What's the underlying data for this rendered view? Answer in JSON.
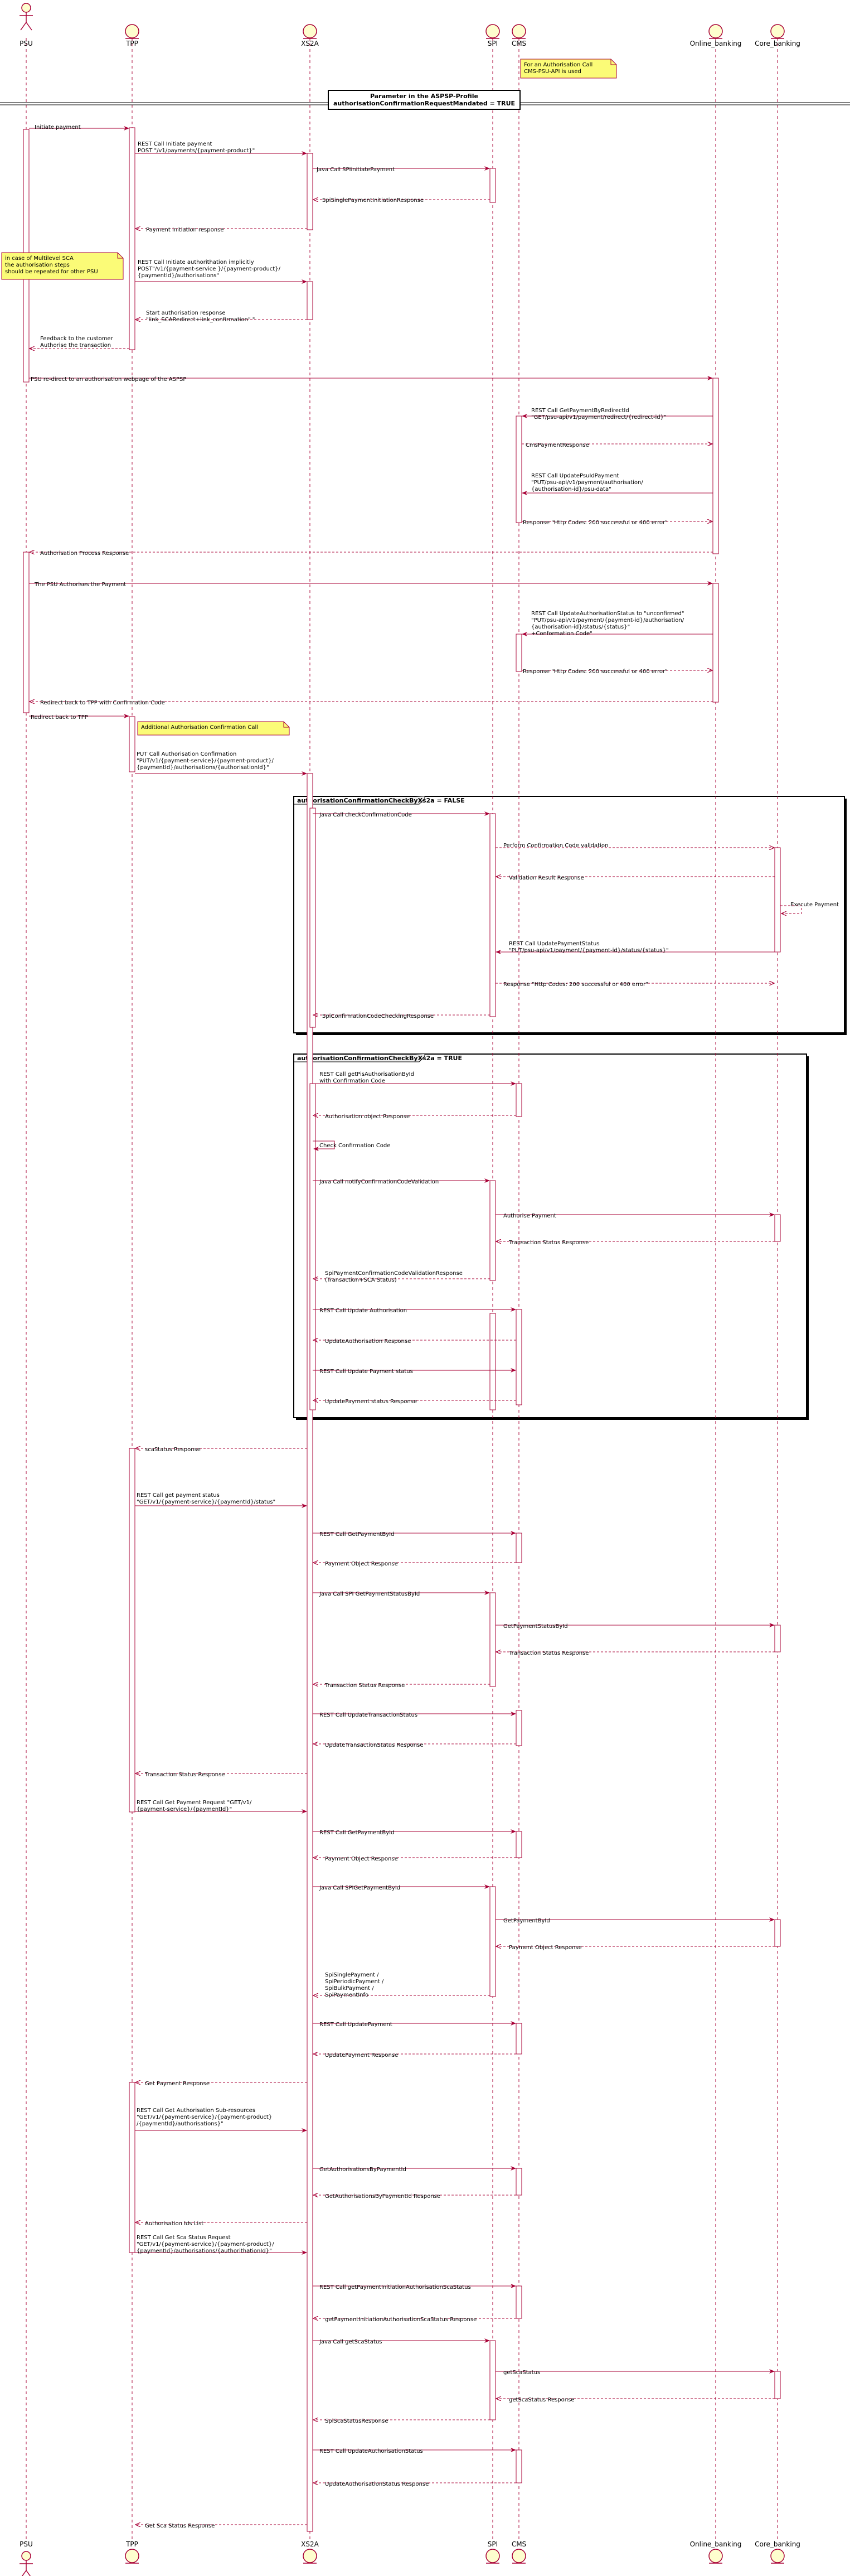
{
  "participants": [
    {
      "id": "psu",
      "label": "PSU",
      "kind": "actor"
    },
    {
      "id": "tpp",
      "label": "TPP",
      "kind": "entity"
    },
    {
      "id": "xs2a",
      "label": "XS2A",
      "kind": "entity"
    },
    {
      "id": "spi",
      "label": "SPI",
      "kind": "entity"
    },
    {
      "id": "cms",
      "label": "CMS",
      "kind": "entity"
    },
    {
      "id": "online",
      "label": "Online_banking",
      "kind": "entity"
    },
    {
      "id": "core",
      "label": "Core_banking",
      "kind": "entity"
    }
  ],
  "divider": {
    "lines": [
      "Parameter in the ASPSP-Profile",
      "authorisationConfirmationRequestMandated = TRUE"
    ]
  },
  "notes": [
    {
      "id": "cms-note",
      "lines": [
        "For an Authorisation Call",
        "CMS-PSU-API is used"
      ]
    },
    {
      "id": "multilevel-note",
      "lines": [
        "in case of Multilevel SCA",
        "the authorisation steps",
        "should be repeated for other PSU"
      ]
    },
    {
      "id": "additional-note",
      "lines": [
        "Additional Authorisation Confirmation Call"
      ]
    }
  ],
  "frames": [
    {
      "id": "false-frame",
      "title": "authorisationConfirmationCheckByXs2a = FALSE"
    },
    {
      "id": "true-frame",
      "title": "authorisationConfirmationCheckByXs2a = TRUE"
    }
  ],
  "messages": [
    {
      "lines": [
        "Initiate payment"
      ]
    },
    {
      "lines": [
        "REST Call Initiate payment",
        "POST \"/v1/payments/{payment-product}\""
      ]
    },
    {
      "lines": [
        "Java Call SPIinitiatePayment"
      ]
    },
    {
      "lines": [
        "SpiSinglePaymentInitiationResponse"
      ]
    },
    {
      "lines": [
        "Payment initiation response"
      ]
    },
    {
      "lines": [
        "REST Call Initiate authorithation implicitly",
        "POST\"/v1/{payment-service }/{payment-product}/",
        "{paymentId}/authorisations\""
      ]
    },
    {
      "lines": [
        "Start authorisation response",
        "\"link_SCARedirect+link_confirmation\" \""
      ]
    },
    {
      "lines": [
        "Feedback to the customer",
        "Authorise the transaction"
      ]
    },
    {
      "lines": [
        "PSU re-direct to an authorisation webpage of the ASPSP"
      ]
    },
    {
      "lines": [
        "REST Call GetPaymentByRedirectId",
        "\"GET/psu-api/v1/payment/redirect/{redirect-id}\""
      ]
    },
    {
      "lines": [
        "CmsPaymentResponse"
      ]
    },
    {
      "lines": [
        "REST Call UpdatePsuIdPayment",
        "\"PUT/psu-api/v1/payment/authorisation/",
        "{authorisation-id}/psu-data\""
      ]
    },
    {
      "lines": [
        "Response \"Http Codes: 200 successful or 400 error\""
      ]
    },
    {
      "lines": [
        "Authorisation Process Response"
      ]
    },
    {
      "lines": [
        "The PSU Authorises the Payment"
      ]
    },
    {
      "lines": [
        "REST Call UpdateAuthorisationStatus to \"unconfirmed\"",
        "\"PUT/psu-api/v1/payment/{payment-id}/authorisation/",
        "{authorisation-id}/status/{status}\"",
        "+Conformation Code\""
      ]
    },
    {
      "lines": [
        "Response \"Http Codes: 200 successful or 400 error\""
      ]
    },
    {
      "lines": [
        "Redirect back to TPP with Confirmation Code"
      ]
    },
    {
      "lines": [
        "Redirect back to TPP"
      ]
    },
    {
      "lines": [
        "PUT Call Authorisation Confirmation",
        "\"PUT/v1/{payment-service}/{payment-product}/",
        "{paymentId}/authorisations/{authorisationId}\""
      ]
    },
    {
      "lines": [
        "Java Call checkConfirmationCode"
      ]
    },
    {
      "lines": [
        "Perform Confirmation Code validation"
      ]
    },
    {
      "lines": [
        "Validation Result Response"
      ]
    },
    {
      "lines": [
        "Execute Payment"
      ]
    },
    {
      "lines": [
        "REST Call UpdatePaymentStatus",
        "\"PUT/psu-api/v1/payment/{payment-id}/status/{status}\""
      ]
    },
    {
      "lines": [
        "Response \"Http Codes: 200 successful or 400 error\""
      ]
    },
    {
      "lines": [
        "SpiConfirmationCodeCheckingResponse"
      ]
    },
    {
      "lines": [
        "REST Call getPisAuthorisationById",
        "with Confirmation Code"
      ]
    },
    {
      "lines": [
        "Authorisation object Response"
      ]
    },
    {
      "lines": [
        "Check Confirmation Code"
      ]
    },
    {
      "lines": [
        "Java Call notifyConfirmationCodeValidation"
      ]
    },
    {
      "lines": [
        "Authorise Payment"
      ]
    },
    {
      "lines": [
        "Transaction Status Response"
      ]
    },
    {
      "lines": [
        "SpiPaymentConfirmationCodeValidationResponse",
        "(Transaction+SCA Status)"
      ]
    },
    {
      "lines": [
        "REST Call Update Authorisation"
      ]
    },
    {
      "lines": [
        "UpdateAuthorisation Response"
      ]
    },
    {
      "lines": [
        "REST Call Update Payment status"
      ]
    },
    {
      "lines": [
        "UpdatePayment status Response"
      ]
    },
    {
      "lines": [
        "scaStatus Response"
      ]
    },
    {
      "lines": [
        "REST Call get payment status",
        "\"GET/v1/{payment-service}/{paymentId}/status\""
      ]
    },
    {
      "lines": [
        "REST Call GetPaymentById"
      ]
    },
    {
      "lines": [
        "Payment Object Response"
      ]
    },
    {
      "lines": [
        "Java Call SPI GetPaymentStatusById"
      ]
    },
    {
      "lines": [
        "GetPaymentStatusById"
      ]
    },
    {
      "lines": [
        "Transaction Status Response"
      ]
    },
    {
      "lines": [
        "Transaction Status Response"
      ]
    },
    {
      "lines": [
        "REST Call UpdateTransactionStatus"
      ]
    },
    {
      "lines": [
        "UpdateTransactionStatus Response"
      ]
    },
    {
      "lines": [
        "Transaction Status Response"
      ]
    },
    {
      "lines": [
        "REST Call Get Payment Request \"GET/v1/",
        "{payment-service}/{paymentId}\""
      ]
    },
    {
      "lines": [
        "REST Call GetPaymentById"
      ]
    },
    {
      "lines": [
        "Payment Object Response"
      ]
    },
    {
      "lines": [
        "Java Call SPIGetPaymentById"
      ]
    },
    {
      "lines": [
        "GetPaymentById"
      ]
    },
    {
      "lines": [
        "Payment Object Response"
      ]
    },
    {
      "lines": [
        "SpiSinglePayment /",
        "SpiPeriodicPayment /",
        "SpiBulkPayment /",
        "SpiPaymentInfo"
      ]
    },
    {
      "lines": [
        "REST Call UpdatePayment"
      ]
    },
    {
      "lines": [
        "UpdatePayment Response"
      ]
    },
    {
      "lines": [
        "Get Payment Response"
      ]
    },
    {
      "lines": [
        "REST Call Get Authorisation Sub-resources",
        "\"GET/v1/{payment-service}/{payment-product}",
        "/{paymentId}/authorisations}\""
      ]
    },
    {
      "lines": [
        "GetAuthorisationsByPaymentId"
      ]
    },
    {
      "lines": [
        "GetAuthorisationsByPaymentId Response"
      ]
    },
    {
      "lines": [
        "Authorisation Ids List"
      ]
    },
    {
      "lines": [
        "REST Call Get Sca Status Request",
        "\"GET/v1/{payment-service}/{payment-product}/",
        "{paymentId}/authorisations/{authorithationId}\""
      ]
    },
    {
      "lines": [
        "REST Call getPaymentInitiationAuthorisationScaStatus"
      ]
    },
    {
      "lines": [
        "getPaymentInitiationAuthorisationScaStatus Response"
      ]
    },
    {
      "lines": [
        "Java Call getScaStatus"
      ]
    },
    {
      "lines": [
        "getScaStatus"
      ]
    },
    {
      "lines": [
        "getScaStatus Response"
      ]
    },
    {
      "lines": [
        "SpiScaStatusResponse"
      ]
    },
    {
      "lines": [
        "REST Call UpdateAuthorisationStatus"
      ]
    },
    {
      "lines": [
        "UpdateAuthorisationStatus Response"
      ]
    },
    {
      "lines": [
        "Get Sca Status Response"
      ]
    }
  ],
  "colors": {
    "arrow": "#A80036",
    "participant_fill": "#FEFECE",
    "note_fill": "#FBFB77",
    "lifeline": "#A80036",
    "frame": "#000000"
  }
}
